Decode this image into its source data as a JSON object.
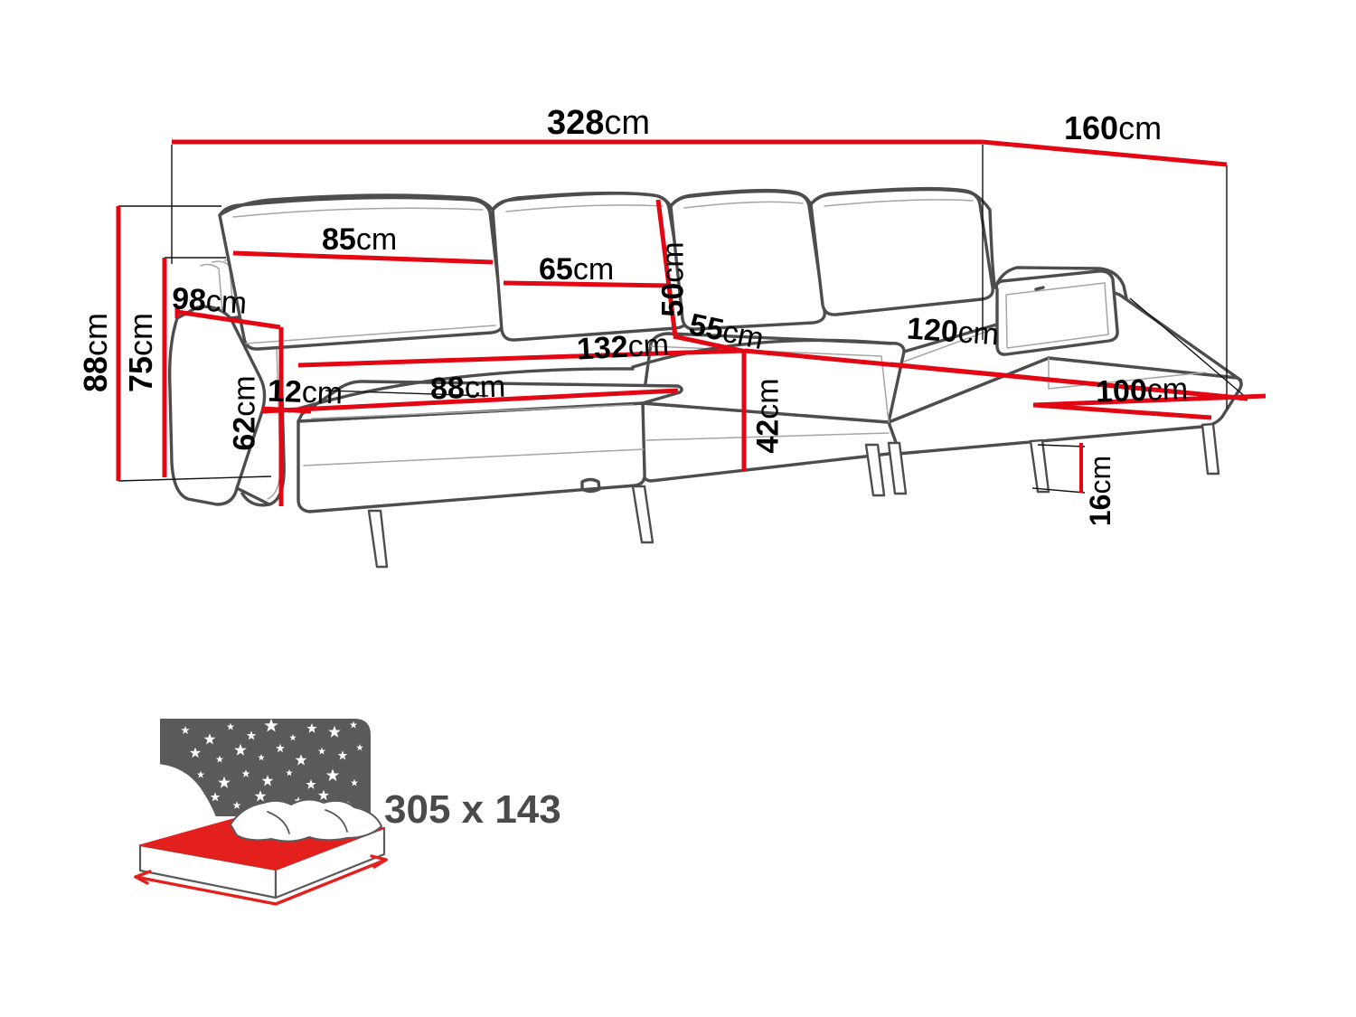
{
  "diagram": {
    "title": "U-shaped corner sofa bed dimension drawing",
    "unit_suffix": "cm",
    "colors": {
      "dimension_red": "#e30613",
      "outline_dark": "#4d4d4d",
      "outline_light": "#9a9a9a",
      "text_black": "#000000",
      "icon_gray": "#5a5a5a",
      "icon_red": "#e3201d",
      "background": "#ffffff"
    },
    "measurements": [
      {
        "id": "total-width",
        "name": "total-width",
        "value": "328",
        "unit": "cm",
        "orientation": "horizontal"
      },
      {
        "id": "total-depth",
        "name": "total-depth",
        "value": "160",
        "unit": "cm",
        "orientation": "horizontal"
      },
      {
        "id": "total-height",
        "name": "total-height",
        "value": "88",
        "unit": "cm",
        "orientation": "vertical"
      },
      {
        "id": "backrest-height",
        "name": "backrest-height",
        "value": "75",
        "unit": "cm",
        "orientation": "vertical"
      },
      {
        "id": "armrest-length",
        "name": "armrest-length",
        "value": "98",
        "unit": "cm",
        "orientation": "horizontal"
      },
      {
        "id": "armrest-depth",
        "name": "armrest-depth",
        "value": "62",
        "unit": "cm",
        "orientation": "vertical"
      },
      {
        "id": "armrest-width",
        "name": "armrest-width",
        "value": "12",
        "unit": "cm",
        "orientation": "horizontal"
      },
      {
        "id": "left-backrest-width",
        "name": "left-backrest-width",
        "value": "85",
        "unit": "cm",
        "orientation": "horizontal"
      },
      {
        "id": "mid-backrest-width",
        "name": "mid-backrest-width",
        "value": "65",
        "unit": "cm",
        "orientation": "horizontal"
      },
      {
        "id": "backrest-cushion-height",
        "name": "backrest-cushion-height",
        "value": "50",
        "unit": "cm",
        "orientation": "vertical"
      },
      {
        "id": "left-seat-width",
        "name": "left-seat-width",
        "value": "88",
        "unit": "cm",
        "orientation": "horizontal"
      },
      {
        "id": "left-seat-depth",
        "name": "left-seat-depth",
        "value": "132",
        "unit": "cm",
        "orientation": "horizontal"
      },
      {
        "id": "corner-seat-depth",
        "name": "corner-seat-depth",
        "value": "55",
        "unit": "cm",
        "orientation": "horizontal"
      },
      {
        "id": "seat-height",
        "name": "seat-height",
        "value": "42",
        "unit": "cm",
        "orientation": "vertical"
      },
      {
        "id": "chaise-seat-width",
        "name": "chaise-seat-width",
        "value": "120",
        "unit": "cm",
        "orientation": "horizontal"
      },
      {
        "id": "chaise-base-width",
        "name": "chaise-base-width",
        "value": "100",
        "unit": "cm",
        "orientation": "horizontal"
      },
      {
        "id": "leg-height",
        "name": "leg-height",
        "value": "16",
        "unit": "cm",
        "orientation": "vertical"
      }
    ],
    "sleeping_area": {
      "icon_name": "bed-sleeping-area-icon",
      "label": "305 x 143",
      "width": "305",
      "height": "143"
    }
  }
}
